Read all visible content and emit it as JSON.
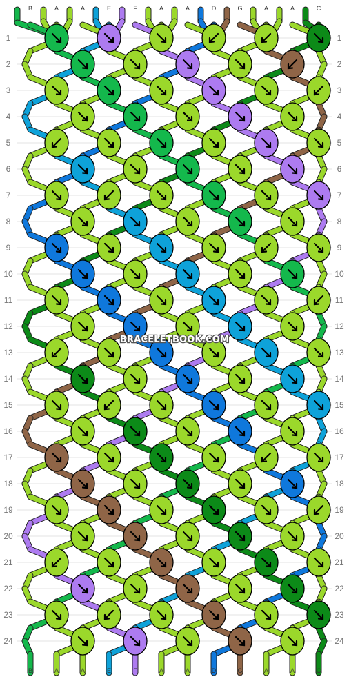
{
  "title": "Friendship bracelet pattern",
  "watermark": "BRACELETBOOK.COM",
  "colors": {
    "A": "#9bd82b",
    "B": "#14b84c",
    "C": "#0c8a18",
    "D": "#0f78dc",
    "E": "#0ea2d9",
    "F": "#ad7bf0",
    "G": "#8f6547"
  },
  "start_strings": [
    "B",
    "A",
    "A",
    "E",
    "F",
    "A",
    "A",
    "D",
    "G",
    "A",
    "A",
    "C"
  ],
  "end_strings": [
    "B",
    "A",
    "A",
    "E",
    "F",
    "A",
    "A",
    "D",
    "G",
    "A",
    "A",
    "C"
  ],
  "row_numbers": [
    "1",
    "2",
    "3",
    "4",
    "5",
    "6",
    "7",
    "8",
    "9",
    "10",
    "11",
    "12",
    "13",
    "14",
    "15",
    "16",
    "17",
    "18",
    "19",
    "20",
    "21",
    "22",
    "23",
    "24"
  ],
  "knots": [
    [
      [
        "B",
        "R"
      ],
      [
        "F",
        "R"
      ],
      [
        "A",
        "R"
      ],
      [
        "A",
        "L"
      ],
      [
        "A",
        "L"
      ],
      [
        "C",
        "R"
      ]
    ],
    [
      [
        "B",
        "R"
      ],
      [
        "A",
        "R"
      ],
      [
        "F",
        "R"
      ],
      [
        "A",
        "R"
      ],
      [
        "G",
        "L"
      ]
    ],
    [
      [
        "A",
        "R"
      ],
      [
        "B",
        "R"
      ],
      [
        "A",
        "R"
      ],
      [
        "F",
        "R"
      ],
      [
        "A",
        "R"
      ],
      [
        "A",
        "L"
      ]
    ],
    [
      [
        "A",
        "R"
      ],
      [
        "B",
        "R"
      ],
      [
        "A",
        "R"
      ],
      [
        "F",
        "R"
      ],
      [
        "A",
        "R"
      ]
    ],
    [
      [
        "A",
        "L"
      ],
      [
        "A",
        "R"
      ],
      [
        "B",
        "R"
      ],
      [
        "A",
        "R"
      ],
      [
        "F",
        "R"
      ],
      [
        "A",
        "R"
      ]
    ],
    [
      [
        "E",
        "R"
      ],
      [
        "A",
        "R"
      ],
      [
        "B",
        "R"
      ],
      [
        "A",
        "R"
      ],
      [
        "F",
        "R"
      ]
    ],
    [
      [
        "A",
        "R"
      ],
      [
        "A",
        "L"
      ],
      [
        "A",
        "R"
      ],
      [
        "B",
        "R"
      ],
      [
        "A",
        "R"
      ],
      [
        "F",
        "R"
      ]
    ],
    [
      [
        "A",
        "R"
      ],
      [
        "E",
        "R"
      ],
      [
        "A",
        "R"
      ],
      [
        "B",
        "R"
      ],
      [
        "A",
        "R"
      ]
    ],
    [
      [
        "D",
        "R"
      ],
      [
        "A",
        "R"
      ],
      [
        "E",
        "R"
      ],
      [
        "A",
        "R"
      ],
      [
        "A",
        "L"
      ],
      [
        "A",
        "R"
      ]
    ],
    [
      [
        "D",
        "R"
      ],
      [
        "A",
        "R"
      ],
      [
        "E",
        "R"
      ],
      [
        "A",
        "R"
      ],
      [
        "B",
        "R"
      ]
    ],
    [
      [
        "A",
        "R"
      ],
      [
        "D",
        "R"
      ],
      [
        "A",
        "R"
      ],
      [
        "E",
        "R"
      ],
      [
        "A",
        "R"
      ],
      [
        "A",
        "L"
      ]
    ],
    [
      [
        "A",
        "R"
      ],
      [
        "D",
        "R"
      ],
      [
        "A",
        "R"
      ],
      [
        "E",
        "R"
      ],
      [
        "A",
        "R"
      ]
    ],
    [
      [
        "A",
        "L"
      ],
      [
        "A",
        "R"
      ],
      [
        "D",
        "R"
      ],
      [
        "A",
        "R"
      ],
      [
        "E",
        "R"
      ],
      [
        "A",
        "R"
      ]
    ],
    [
      [
        "C",
        "R"
      ],
      [
        "A",
        "R"
      ],
      [
        "D",
        "R"
      ],
      [
        "A",
        "R"
      ],
      [
        "E",
        "R"
      ]
    ],
    [
      [
        "A",
        "R"
      ],
      [
        "A",
        "L"
      ],
      [
        "A",
        "R"
      ],
      [
        "D",
        "R"
      ],
      [
        "A",
        "R"
      ],
      [
        "E",
        "R"
      ]
    ],
    [
      [
        "A",
        "R"
      ],
      [
        "C",
        "R"
      ],
      [
        "A",
        "R"
      ],
      [
        "D",
        "R"
      ],
      [
        "A",
        "R"
      ]
    ],
    [
      [
        "G",
        "R"
      ],
      [
        "A",
        "R"
      ],
      [
        "C",
        "R"
      ],
      [
        "A",
        "R"
      ],
      [
        "A",
        "L"
      ],
      [
        "A",
        "R"
      ]
    ],
    [
      [
        "G",
        "R"
      ],
      [
        "A",
        "R"
      ],
      [
        "C",
        "R"
      ],
      [
        "A",
        "R"
      ],
      [
        "D",
        "R"
      ]
    ],
    [
      [
        "A",
        "R"
      ],
      [
        "G",
        "R"
      ],
      [
        "A",
        "R"
      ],
      [
        "C",
        "R"
      ],
      [
        "A",
        "R"
      ],
      [
        "A",
        "L"
      ]
    ],
    [
      [
        "A",
        "R"
      ],
      [
        "G",
        "R"
      ],
      [
        "A",
        "R"
      ],
      [
        "C",
        "R"
      ],
      [
        "A",
        "R"
      ]
    ],
    [
      [
        "A",
        "L"
      ],
      [
        "A",
        "R"
      ],
      [
        "G",
        "R"
      ],
      [
        "A",
        "R"
      ],
      [
        "C",
        "R"
      ],
      [
        "A",
        "R"
      ]
    ],
    [
      [
        "F",
        "R"
      ],
      [
        "A",
        "R"
      ],
      [
        "G",
        "R"
      ],
      [
        "A",
        "R"
      ],
      [
        "C",
        "R"
      ]
    ],
    [
      [
        "A",
        "R"
      ],
      [
        "A",
        "L"
      ],
      [
        "A",
        "R"
      ],
      [
        "G",
        "R"
      ],
      [
        "A",
        "R"
      ],
      [
        "C",
        "R"
      ]
    ],
    [
      [
        "A",
        "R"
      ],
      [
        "F",
        "R"
      ],
      [
        "A",
        "R"
      ],
      [
        "G",
        "R"
      ],
      [
        "A",
        "R"
      ]
    ]
  ]
}
